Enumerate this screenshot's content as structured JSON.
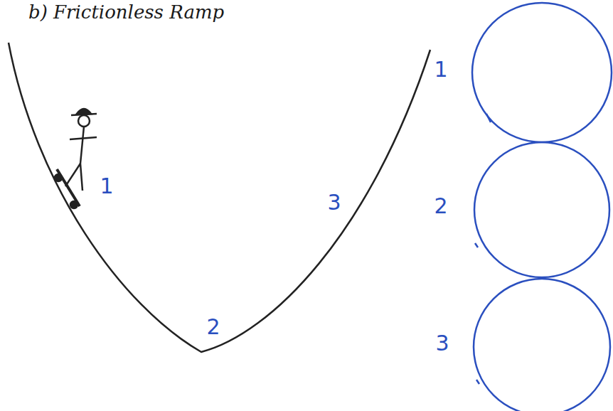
{
  "diagram": {
    "title": "b) Frictionless Ramp",
    "labels": [
      "1",
      "2",
      "3",
      "1",
      "2",
      "3"
    ]
  }
}
